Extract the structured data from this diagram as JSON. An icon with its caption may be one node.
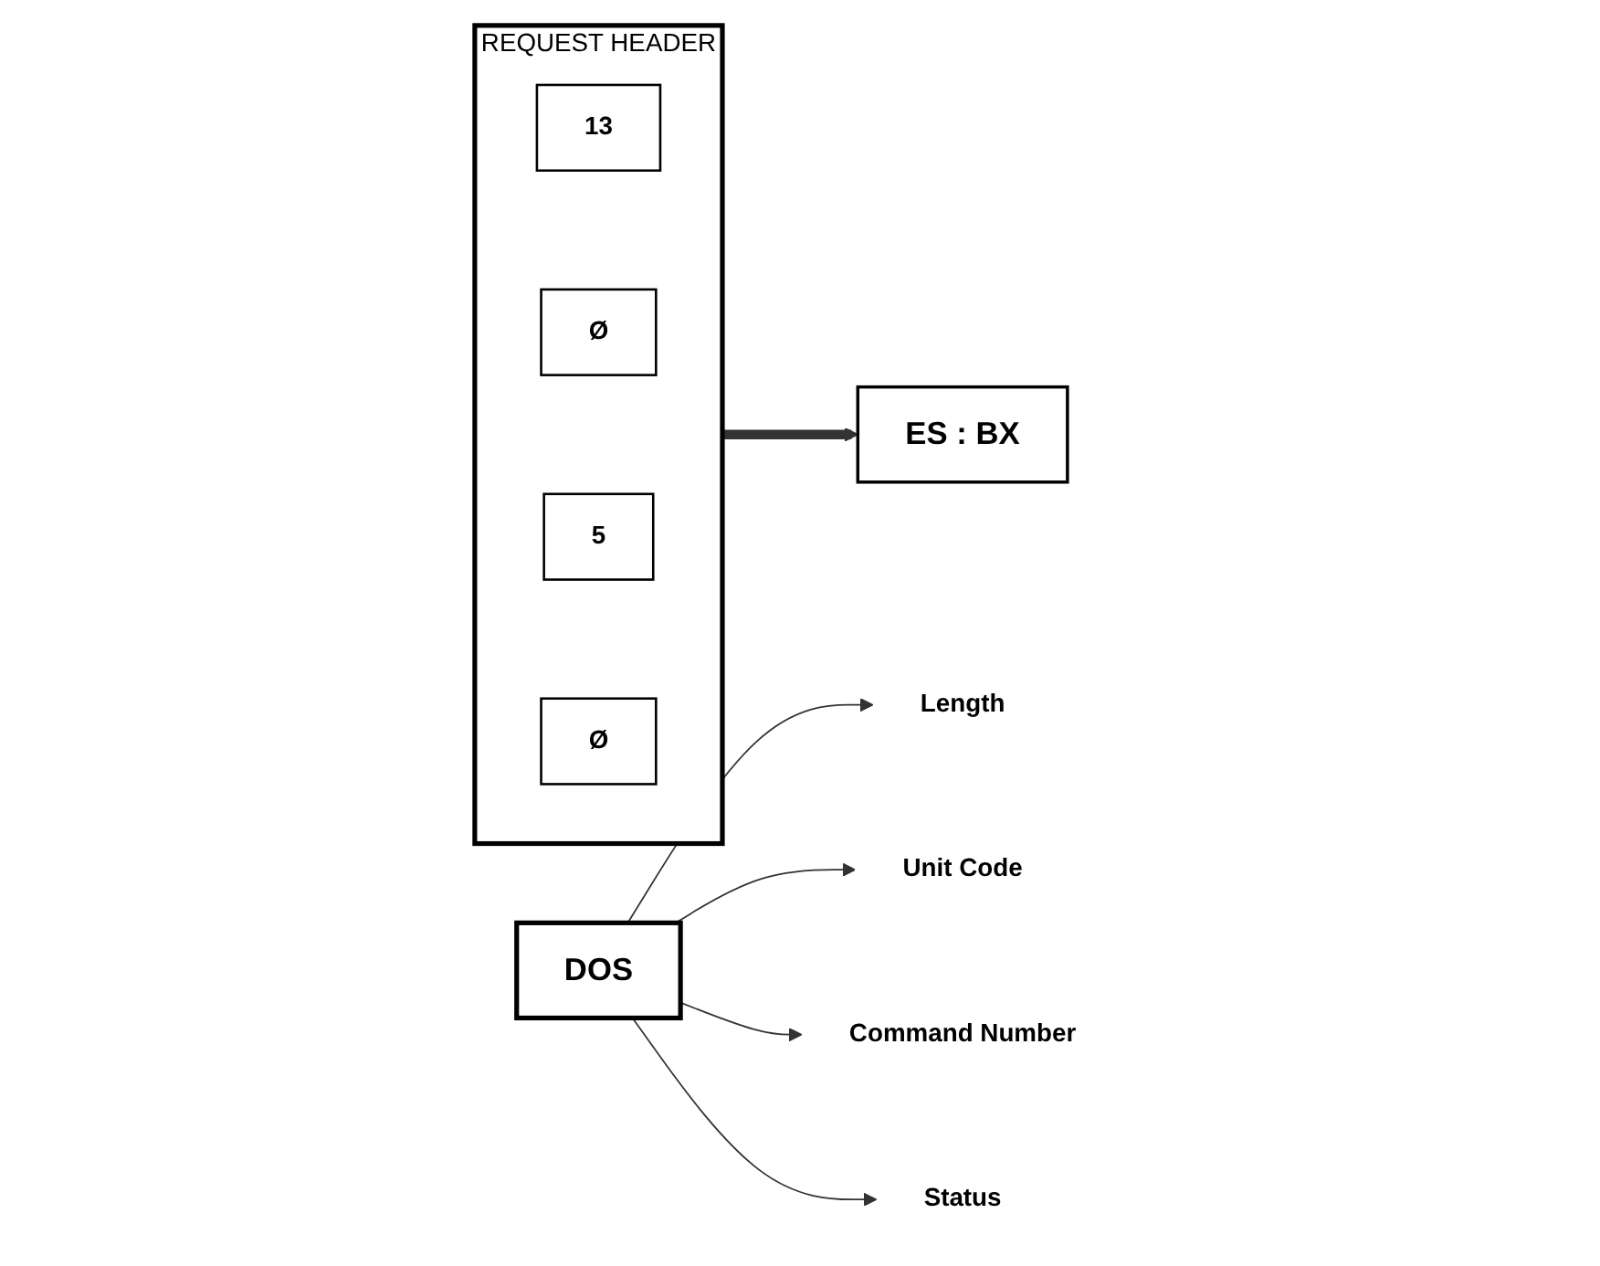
{
  "diagram": {
    "nodes": [
      {
        "text": [
          "REQUEST HEADER"
        ]
      },
      {
        "text": [
          "13"
        ],
        "in": 0
      },
      {
        "text": [
          "Ø"
        ],
        "in": 0
      },
      {
        "text": [
          "5"
        ],
        "in": 0
      },
      {
        "text": [
          "Ø"
        ],
        "in": 0
      },
      {
        "text": [
          "Length"
        ]
      },
      {
        "text": [
          "Unit Code"
        ]
      },
      {
        "text": [
          "Command Number"
        ]
      },
      {
        "text": [
          "Status"
        ]
      },
      {
        "text": [
          "DOS"
        ]
      },
      {
        "text": [
          "ES : BX"
        ]
      }
    ],
    "edges": [
      {
        "from": 9,
        "to": 5,
        "arrow": "to"
      },
      {
        "from": 9,
        "to": 6,
        "arrow": "to"
      },
      {
        "from": 9,
        "to": 7,
        "arrow": "to"
      },
      {
        "from": 9,
        "to": 8,
        "arrow": "to"
      },
      {
        "from": 0,
        "to": 10,
        "arrow": "to",
        "style": "thick"
      }
    ]
  }
}
